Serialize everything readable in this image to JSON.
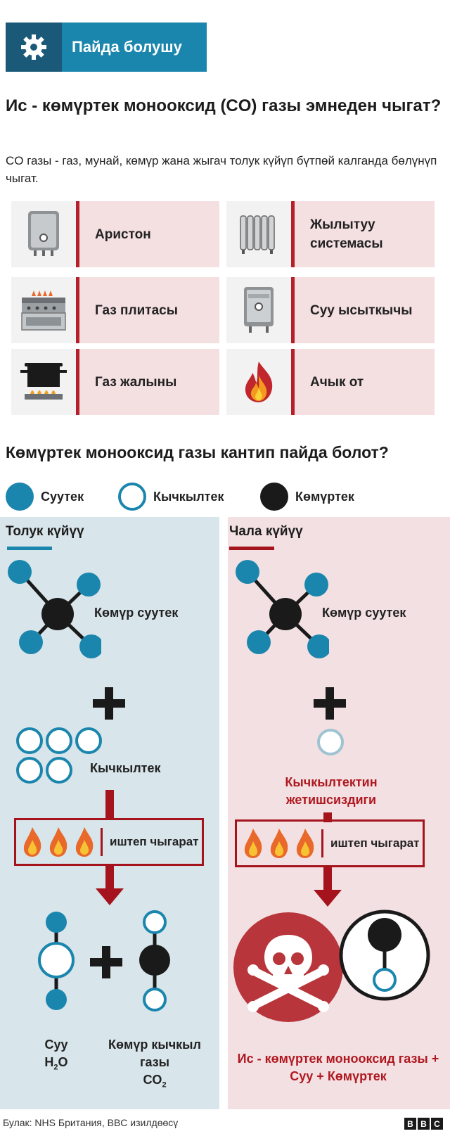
{
  "header": {
    "label": "Пайда болушу",
    "icon": "gear-icon"
  },
  "section1": {
    "title": "Ис - көмүртек монооксид (CO) газы эмнеден чыгат?",
    "intro": "CO газы - газ, мунай, көмүр жана жыгач толук күйүп бүтпөй калганда бөлүнүп чыгат."
  },
  "sources": [
    {
      "label": "Аристон",
      "icon": "boiler-icon"
    },
    {
      "label": "Жылытуу системасы",
      "icon": "radiator-icon"
    },
    {
      "label": "Газ плитасы",
      "icon": "gas-stove-icon"
    },
    {
      "label": "Суу ысыткычы",
      "icon": "water-heater-icon"
    },
    {
      "label": "Газ жалыны",
      "icon": "gas-flame-pot-icon"
    },
    {
      "label": "Ачык от",
      "icon": "open-fire-icon"
    }
  ],
  "section2": {
    "title": "Көмүртек монооксид газы кантип пайда болот?"
  },
  "legend": [
    {
      "label": "Суутек",
      "color": "#1b86ad",
      "kind": "filled"
    },
    {
      "label": "Кычкылтек",
      "color": "#1b86ad",
      "kind": "outline"
    },
    {
      "label": "Көмүртек",
      "color": "#1a1a1a",
      "kind": "filled"
    }
  ],
  "complete": {
    "title": "Толук күйүү",
    "hydrocarbon": "Көмүр суутек",
    "oxygen": "Кычкылтек",
    "reaction": "иштеп чыгарат",
    "product1_name": "Суу",
    "product1_formula": "H",
    "product1_sub": "2",
    "product1_tail": "O",
    "product2_name": "Көмүр кычкыл газы",
    "product2_formula": "CO",
    "product2_sub": "2"
  },
  "incomplete": {
    "title": "Чала күйүү",
    "hydrocarbon": "Көмүр суутек",
    "oxygen_lack": "Кычкылтектин жетишсиздиги",
    "reaction": "иштеп чыгарат",
    "result": "Ис - көмүртек монооксид газы + Суу + Көмүртек"
  },
  "footer": {
    "source": "Булак: NHS Британия, BBC изилдөөсү",
    "logo": [
      "B",
      "B",
      "C"
    ]
  },
  "colors": {
    "blue": "#1b86ad",
    "dark_blue": "#1a5a78",
    "red": "#b5202a",
    "dark_red": "#a5141c",
    "black": "#1a1a1a"
  }
}
